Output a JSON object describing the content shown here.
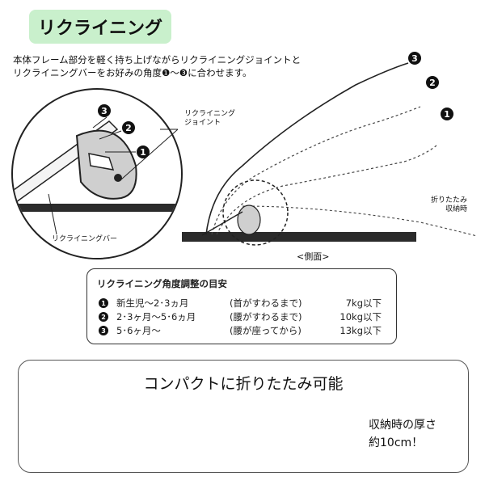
{
  "title": "リクライニング",
  "intro": {
    "line1": "本体フレーム部分を軽く持ち上げながらリクライニングジョイントと",
    "line2": "リクライニングバーをお好みの角度❶〜❸に合わせます。"
  },
  "callouts": {
    "joint_line1": "リクライニング",
    "joint_line2": "ジョイント",
    "bar": "リクライニングバー",
    "folded_line1": "折りたたみ",
    "folded_line2": "収納時"
  },
  "markers": [
    "1",
    "2",
    "3"
  ],
  "side_view_label": "<側面>",
  "guide": {
    "title": "リクライニング角度調整の目安",
    "rows": [
      {
        "num": "1",
        "age": "新生児〜2･3ヵ月",
        "condition": "(首がすわるまで)",
        "weight": "7kg以下"
      },
      {
        "num": "2",
        "age": "2･3ヶ月〜5･6ヵ月",
        "condition": "(腰がすわるまで)",
        "weight": "10kg以下"
      },
      {
        "num": "3",
        "age": "5･6ヶ月〜",
        "condition": "(腰が座ってから)",
        "weight": "13kg以下"
      }
    ]
  },
  "compact": {
    "title": "コンパクトに折りたたみ可能",
    "thickness_line1": "収納時の厚さ",
    "thickness_line2": "約10cm！"
  }
}
